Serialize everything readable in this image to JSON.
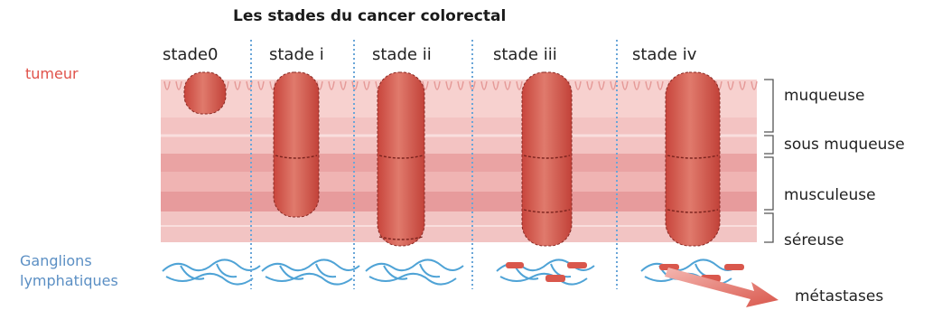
{
  "title": "Les stades du cancer colorectal",
  "stages": [
    "stade0",
    "stade i",
    "stade ii",
    "stade iii",
    "stade iv"
  ],
  "left_labels": {
    "tumor": "tumeur",
    "lymph_line1": "Ganglions",
    "lymph_line2": "lymphatiques"
  },
  "layers": [
    "muqueuse",
    "sous muqueuse",
    "musculeuse",
    "séreuse"
  ],
  "metastases": "métastases",
  "colors": {
    "tumor": "#d9574c",
    "tissue_pink": "#f4c6c4",
    "tissue_dark": "#e8999a",
    "lymph_blue": "#4fa3d6",
    "divider": "#6aa6d8",
    "title_label": "#e0524a",
    "lymph_label": "#5b8fc4"
  }
}
